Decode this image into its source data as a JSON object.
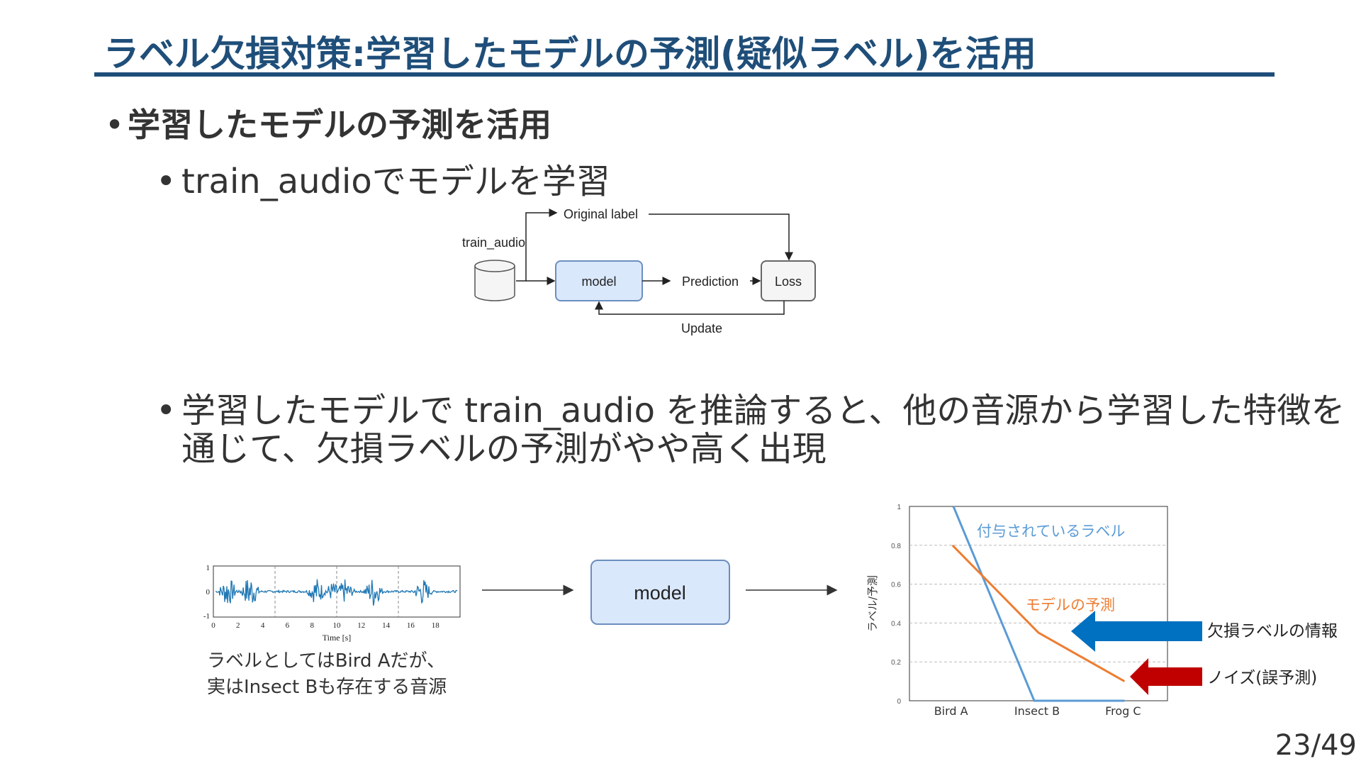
{
  "title": "ラベル欠損対策:学習したモデルの予測(疑似ラベル)を活用",
  "bullets": {
    "b1": "学習したモデルの予測を活用",
    "b2": "train_audioでモデルを学習",
    "b3_line1": "学習したモデルで train_audio を推論すると、他の音源から学習した特徴を",
    "b3_line2": "通じて、欠損ラベルの予測がやや高く出現"
  },
  "training_diagram": {
    "source_label": "train_audio",
    "model_label": "model",
    "original_label": "Original label",
    "prediction_label": "Prediction",
    "loss_label": "Loss",
    "update_label": "Update"
  },
  "inference_diagram": {
    "model_label": "model",
    "caption_line1": "ラベルとしてはBird Aだが、",
    "caption_line2": "実はInsect Bも存在する音源",
    "legend_missing": "欠損ラベルの情報",
    "legend_noise": "ノイズ(誤予測)",
    "arrow_missing_color": "#0070c0",
    "arrow_noise_color": "#c00000"
  },
  "waveform_chart": {
    "xlabel": "Time [s]",
    "x_ticks": [
      "0",
      "2",
      "4",
      "6",
      "8",
      "10",
      "12",
      "14",
      "16",
      "18"
    ],
    "y_ticks": [
      "1",
      "0",
      "-1"
    ]
  },
  "chart_data": {
    "type": "line",
    "categories": [
      "Bird A",
      "Insect B",
      "Frog C"
    ],
    "ylabel": "ラベル/予測",
    "ylim": [
      0,
      1
    ],
    "y_ticks": [
      "1",
      "0.8",
      "0.6",
      "0.4",
      "0.2",
      "0"
    ],
    "grid": true,
    "series": [
      {
        "name": "付与されているラベル",
        "color": "#5b9bd5",
        "x": [
          0.5,
          1.5,
          2.5
        ],
        "values": [
          1.0,
          0.0,
          0.0
        ]
      },
      {
        "name": "モデルの予測",
        "color": "#ed7d31",
        "x": [
          0.5,
          1.5,
          2.5
        ],
        "values": [
          0.8,
          0.35,
          0.1
        ]
      }
    ]
  },
  "page": "23/49"
}
